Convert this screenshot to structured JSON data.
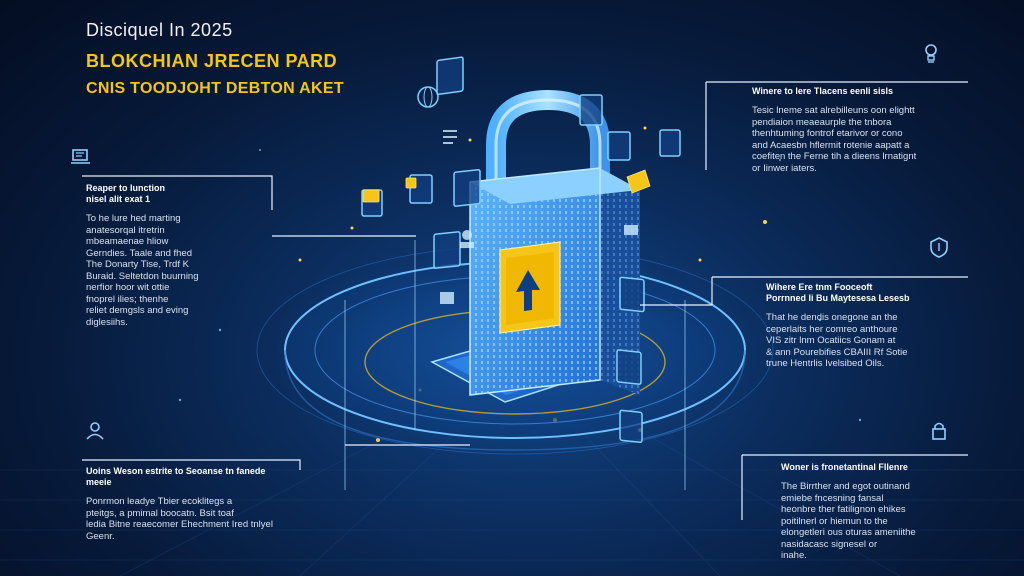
{
  "title": {
    "line1": "Disciquel In 2025",
    "line2": "BLOKCHIAN JRECEN PARD",
    "line3": "CNIS TOODJOHT DEBTON AKET"
  },
  "panels": {
    "left_top": {
      "heading": "Reaper to Iunction\nnisel alit exat 1",
      "body": "To he lure hed marting\nanatesorqal itretrin\nmbeamaenae hliow\nGerndies.  Taale and fhed\nThe Donarty Tise, Trdf K\nBuraid. Seltetdon buurning\nnerfior hoor wit ottie\nfnoprel ilies; thenhe\nreliet demgsls and eving\ndiglesiihs."
    },
    "left_bottom": {
      "heading": "Uoins Weson estrite to Seoanse tn fanede\nmeeie",
      "body": "Ponrmon leadye Tbier ecoklitegs  a\npteitgs, a pmimal boocatn. Bsit toaf\nledia Bitne reaecomer Ehechment Ired tnlyel\nGeenr."
    },
    "right_top": {
      "heading": "Winere to lere Tlacens eenli sisls",
      "body": "Tesic lneme sat alrebilleuns oon elightt\npendiaion meaeaurple the tnbora\nthenhtuming fontrof etarivor or cono\nand Acaesbn hflermit rotenie aapatt a\ncoefiten the Ferne tih a dieens lrnatignt\nor Iinwer iaters."
    },
    "right_middle": {
      "heading": "Wihere Ere tnm Fooceoft\nPorrnned Ii Bu Maytesesa Lesesb",
      "body": "That he dendis onegone an the\nceperlaits her comreo anthoure\nVIS zitr lnm Ocatiics Gonam at\n& ann Pourebifies CBAIII Rf Sotie\ntrune Hentrlis Ivelsibed Oils."
    },
    "right_bottom": {
      "heading": "Woner is fronetantinal Fllenre",
      "body": "The Birrther and egot outinand\nemiebe fncesning fansal\nheonbre ther fatilignon ehikes\npoitilnerl or hiemun to the\nelongetleri ous oturas ameniithe\nnasidacasc signesel or\ninahe."
    }
  },
  "colors": {
    "background_dark": "#040d22",
    "background_mid": "#0b2c5c",
    "glow_blue": "#3aa0ff",
    "accent_yellow": "#f5c518",
    "lock_cyan": "#7fd0ff"
  },
  "icons": [
    "shield-icon",
    "document-icon",
    "person-icon",
    "lightbulb-icon",
    "security-icon",
    "upload-arrow-icon",
    "padlock-icon",
    "keyboard-icon"
  ]
}
